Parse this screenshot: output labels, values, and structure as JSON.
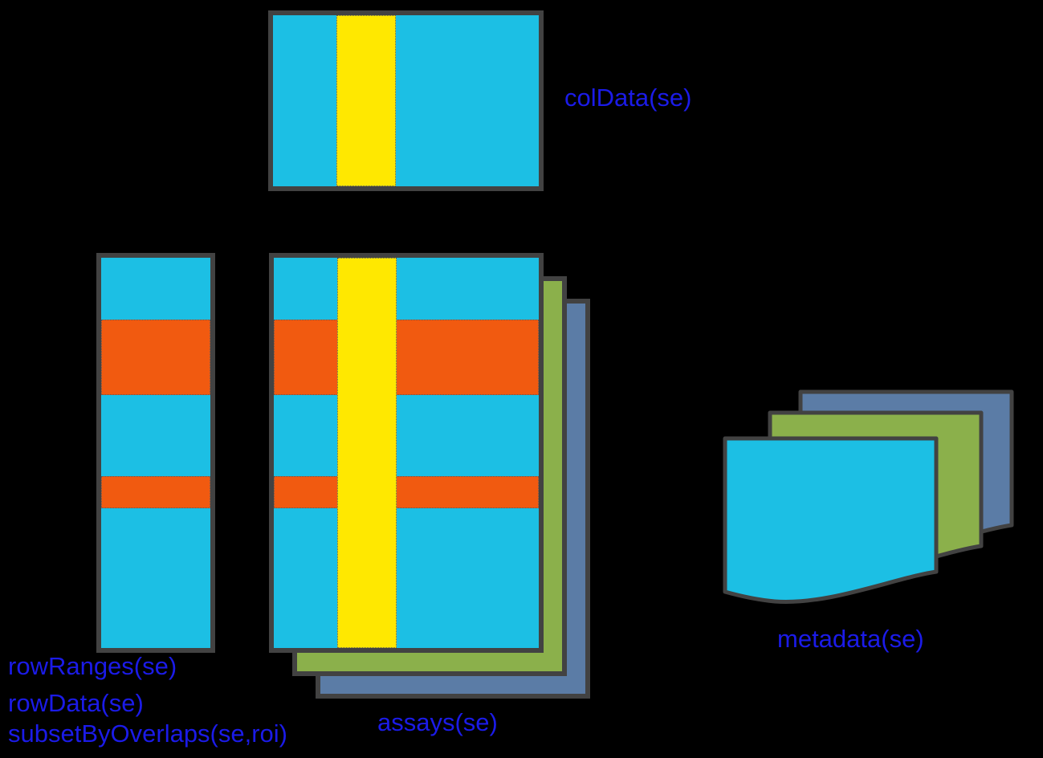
{
  "diagram": {
    "title": "SummarizedExperiment accessors diagram",
    "background": "#000000",
    "palette": {
      "background": "#000000",
      "cyan": "#1CBFE4",
      "orange": "#F15A10",
      "yellow": "#FFE800",
      "green": "#8BB04B",
      "steel_blue": "#5B7CA6",
      "border": "#424242",
      "dot": "#5a5a5a",
      "label_blue": "#1B1BE8"
    },
    "labels": {
      "col_data": "colData(se)",
      "row_ranges": "rowRanges(se)",
      "row_data": "rowData(se)",
      "subset_by_overlaps": "subsetByOverlaps(se,roi)",
      "assays": "assays(se)",
      "metadata": "metadata(se)"
    }
  }
}
